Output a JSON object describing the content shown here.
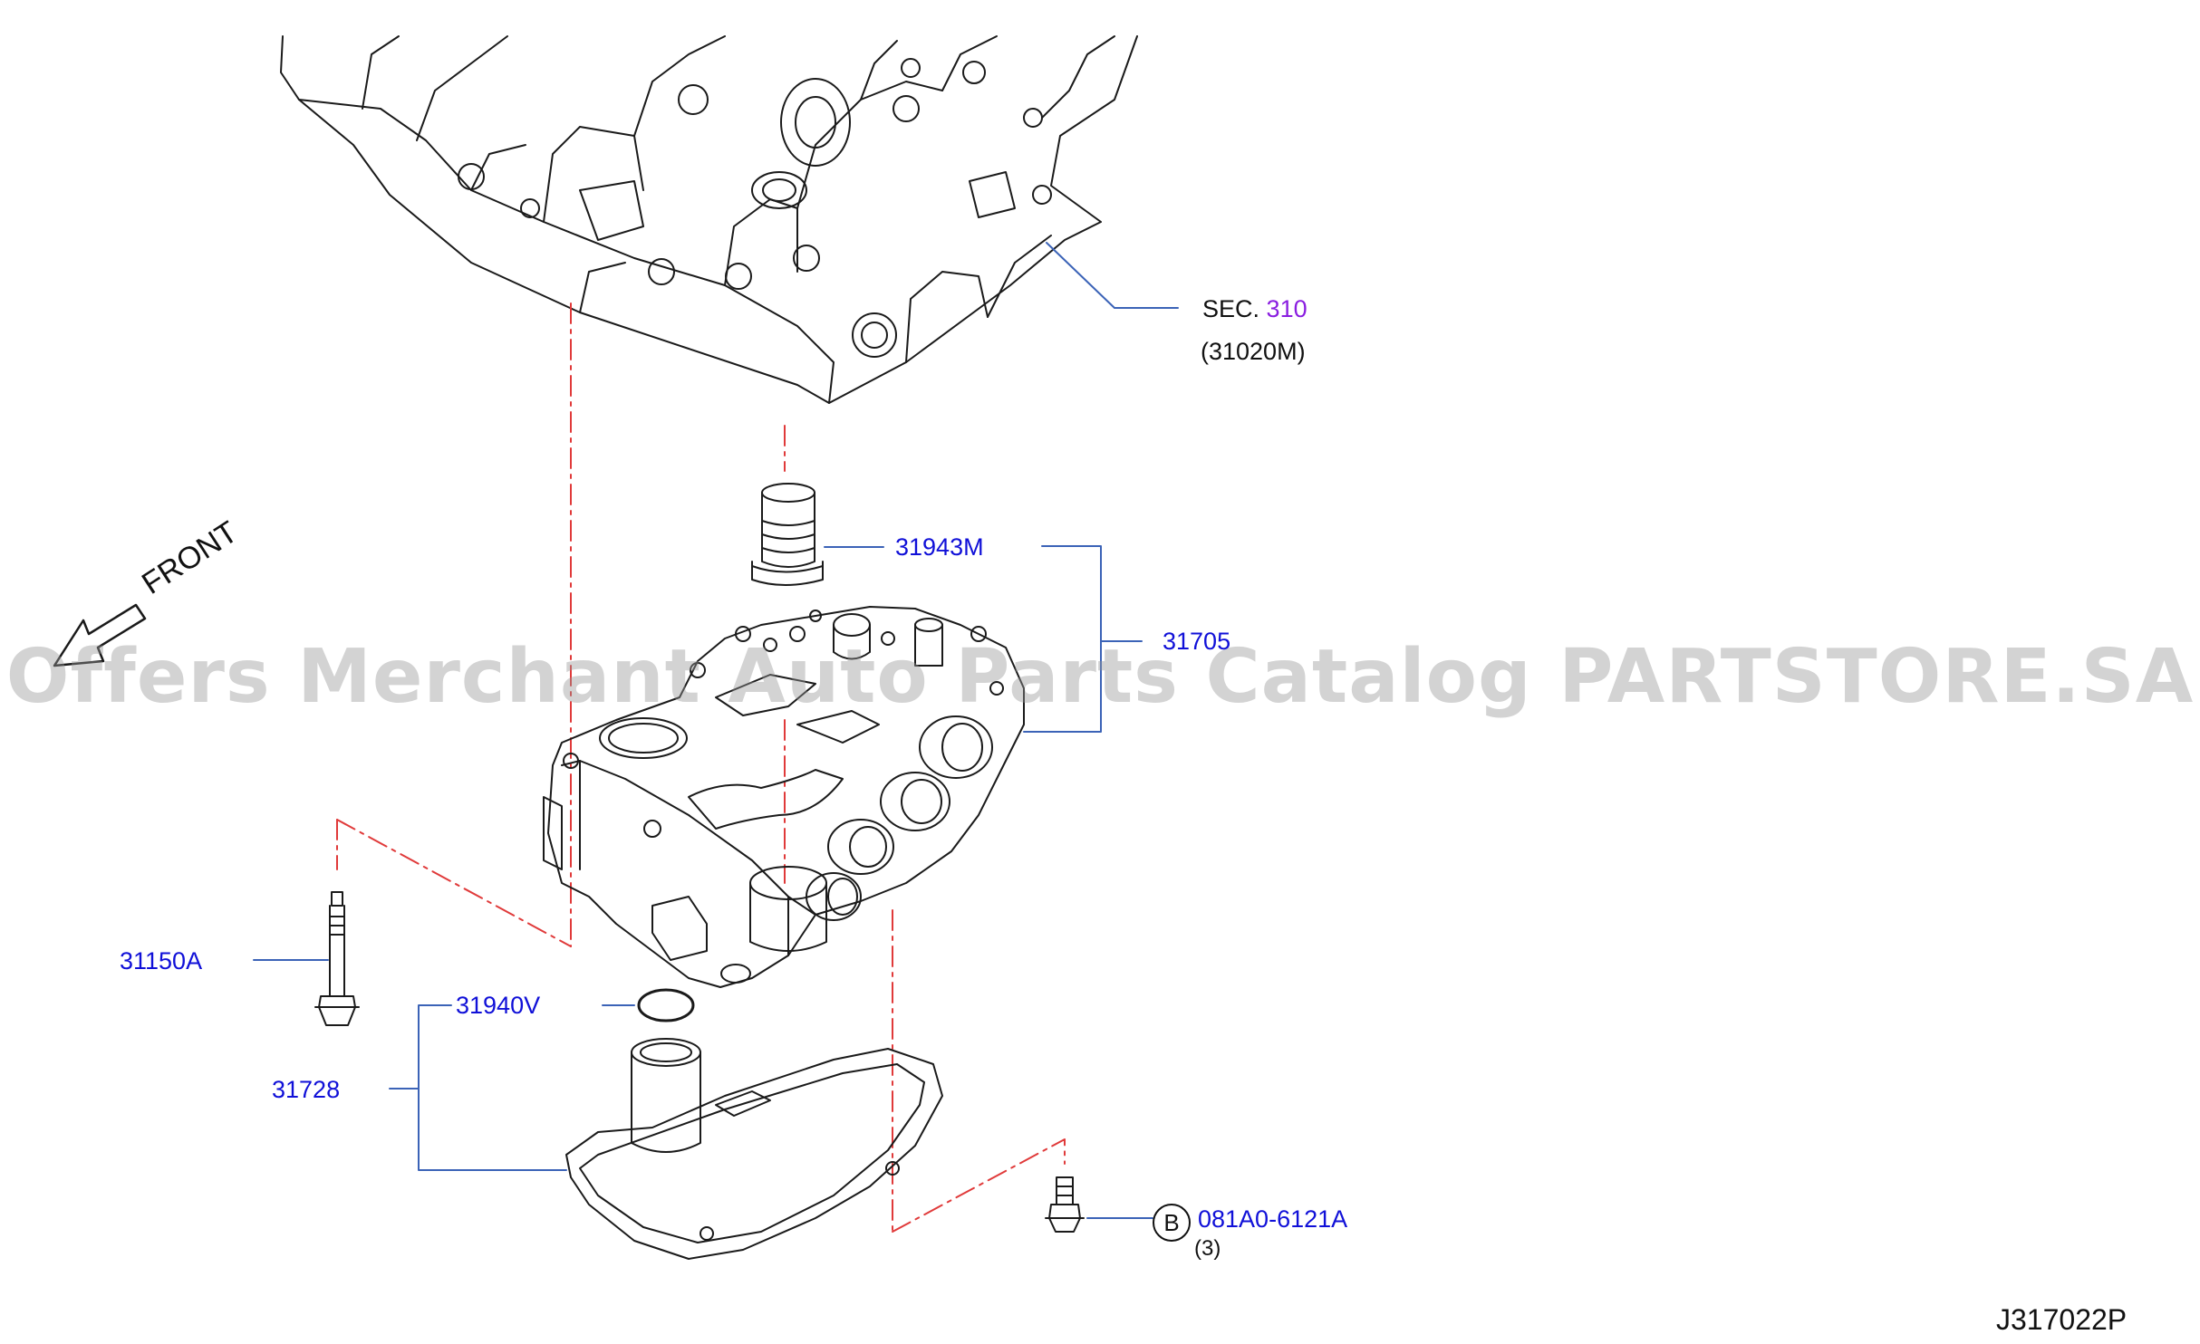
{
  "watermark": "Offers Merchant Auto Parts Catalog PARTSTORE.SA",
  "direction": "FRONT",
  "section_ref": {
    "prefix": "SEC.",
    "number": "310",
    "code": "(31020M)"
  },
  "parts": [
    {
      "id": "31943M"
    },
    {
      "id": "31705"
    },
    {
      "id": "31150A"
    },
    {
      "id": "31940V"
    },
    {
      "id": "31728"
    }
  ],
  "bolt_ref": {
    "marker": "B",
    "part": "081A0-6121A",
    "qty": "(3)"
  },
  "diagram_code": "J317022P",
  "colors": {
    "part_label": "#1010d8",
    "section_link": "#8a1ee0",
    "leader": "#3b63b7",
    "centerline": "#e03a3a"
  }
}
